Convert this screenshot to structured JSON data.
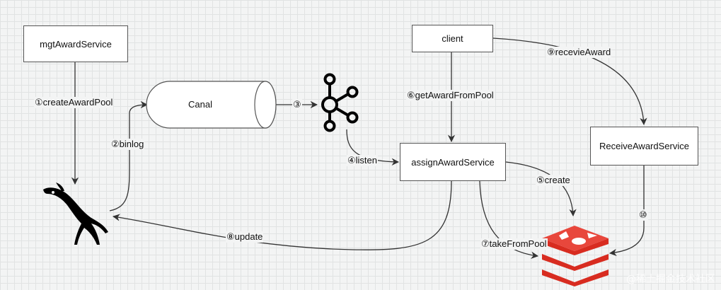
{
  "nodes": {
    "mgtAwardService": "mgtAwardService",
    "client": "client",
    "canal": "Canal",
    "assignAwardService": "assignAwardService",
    "receiveAwardService": "ReceiveAwardService"
  },
  "edges": {
    "createAwardPool": "①createAwardPool",
    "binlog": "②binlog",
    "step3": "③",
    "listen": "④listen",
    "create": "⑤create",
    "getAwardFromPool": "⑥getAwardFromPool",
    "takeFromPool": "⑦takeFromPool",
    "update": "⑧update",
    "recevieAward": "⑨recevieAward",
    "step10": "⑩"
  },
  "icons": {
    "mysql": "mysql-dolphin-icon",
    "kafka": "kafka-icon",
    "redis": "redis-icon"
  },
  "colors": {
    "redis": "#d82c20",
    "line": "#333333"
  },
  "watermark": "@稀土掘金技术社区"
}
